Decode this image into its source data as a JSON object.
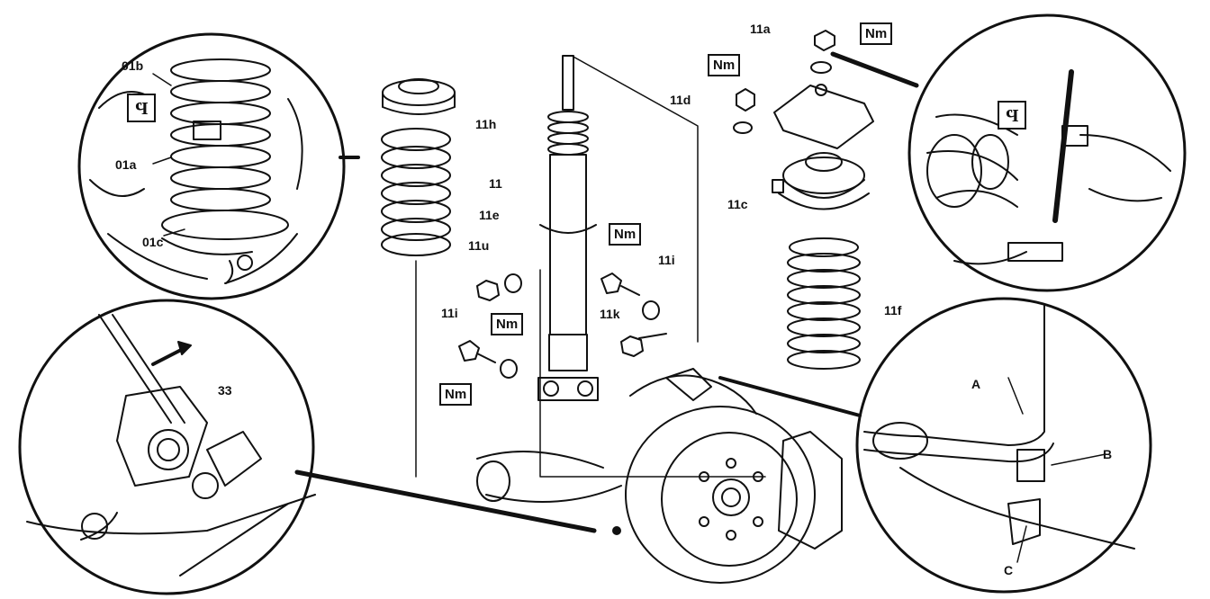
{
  "callouts": {
    "c01b": "01b",
    "c01a": "01a",
    "c01c": "01c",
    "c11a": "11a",
    "c11d": "11d",
    "c11h": "11h",
    "c11": "11",
    "c11e": "11e",
    "c11c": "11c",
    "c11u": "11u",
    "c11i_top": "11i",
    "c11i_left": "11i",
    "c11k": "11k",
    "c11f": "11f",
    "c33": "33",
    "cA": "A",
    "cB": "B",
    "cC": "C"
  },
  "torque": {
    "label": "Nm"
  },
  "tool_symbol": "Ϥ",
  "icons": {
    "torque_icon": "torque-wrench-icon",
    "tool_icon": "special-tool-icon",
    "arrow_icon": "direction-arrow-icon"
  }
}
